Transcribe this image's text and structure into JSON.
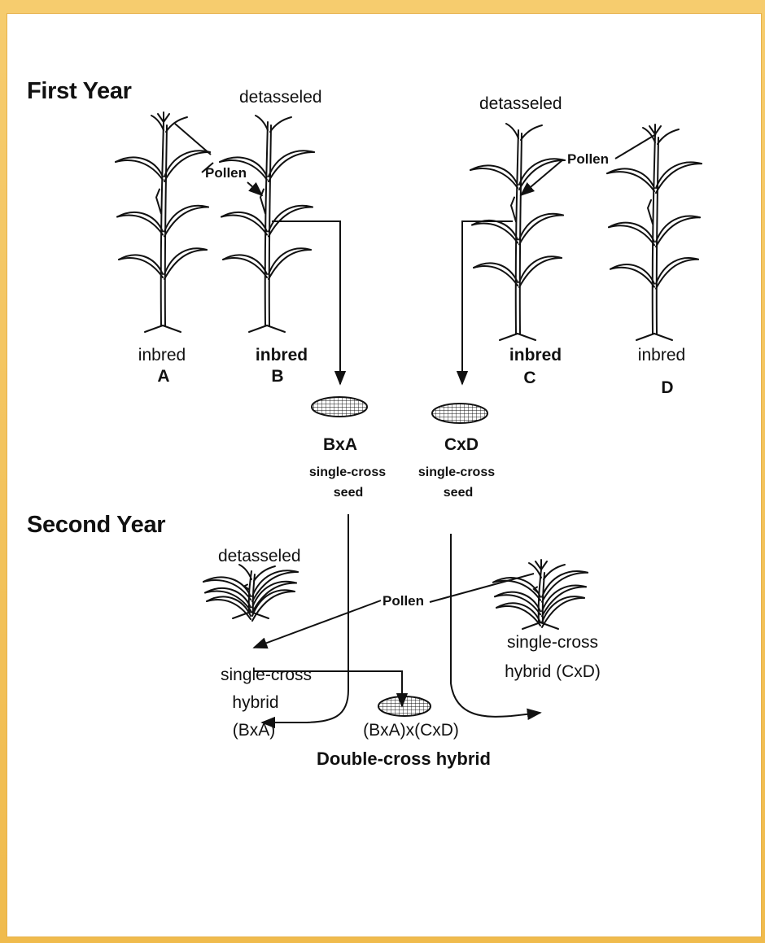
{
  "colors": {
    "frame": "#f2c15a",
    "panel": "#ffffff",
    "ink": "#111111"
  },
  "sections": {
    "first_year": "First Year",
    "second_year": "Second Year"
  },
  "first_year": {
    "detasseled_b": "detasseled",
    "detasseled_c": "detasseled",
    "pollen_ab": "Pollen",
    "pollen_dc": "Pollen",
    "plants": [
      {
        "word": "inbred",
        "letter": "A"
      },
      {
        "word": "inbred",
        "letter": "B"
      },
      {
        "word": "inbred",
        "letter": "C"
      },
      {
        "word": "inbred",
        "letter": "D"
      }
    ],
    "seeds": [
      {
        "name": "BxA",
        "line1": "single-cross",
        "line2": "seed"
      },
      {
        "name": "CxD",
        "line1": "single-cross",
        "line2": "seed"
      }
    ]
  },
  "second_year": {
    "detasseled": "detasseled",
    "pollen": "Pollen",
    "left_plant": {
      "line1": "single-cross",
      "line2": "hybrid",
      "line3": "(BxA)"
    },
    "right_plant": {
      "line1": "single-cross",
      "line2": "hybrid (CxD)"
    },
    "result": {
      "name": "(BxA)x(CxD)",
      "caption": "Double-cross hybrid"
    }
  }
}
